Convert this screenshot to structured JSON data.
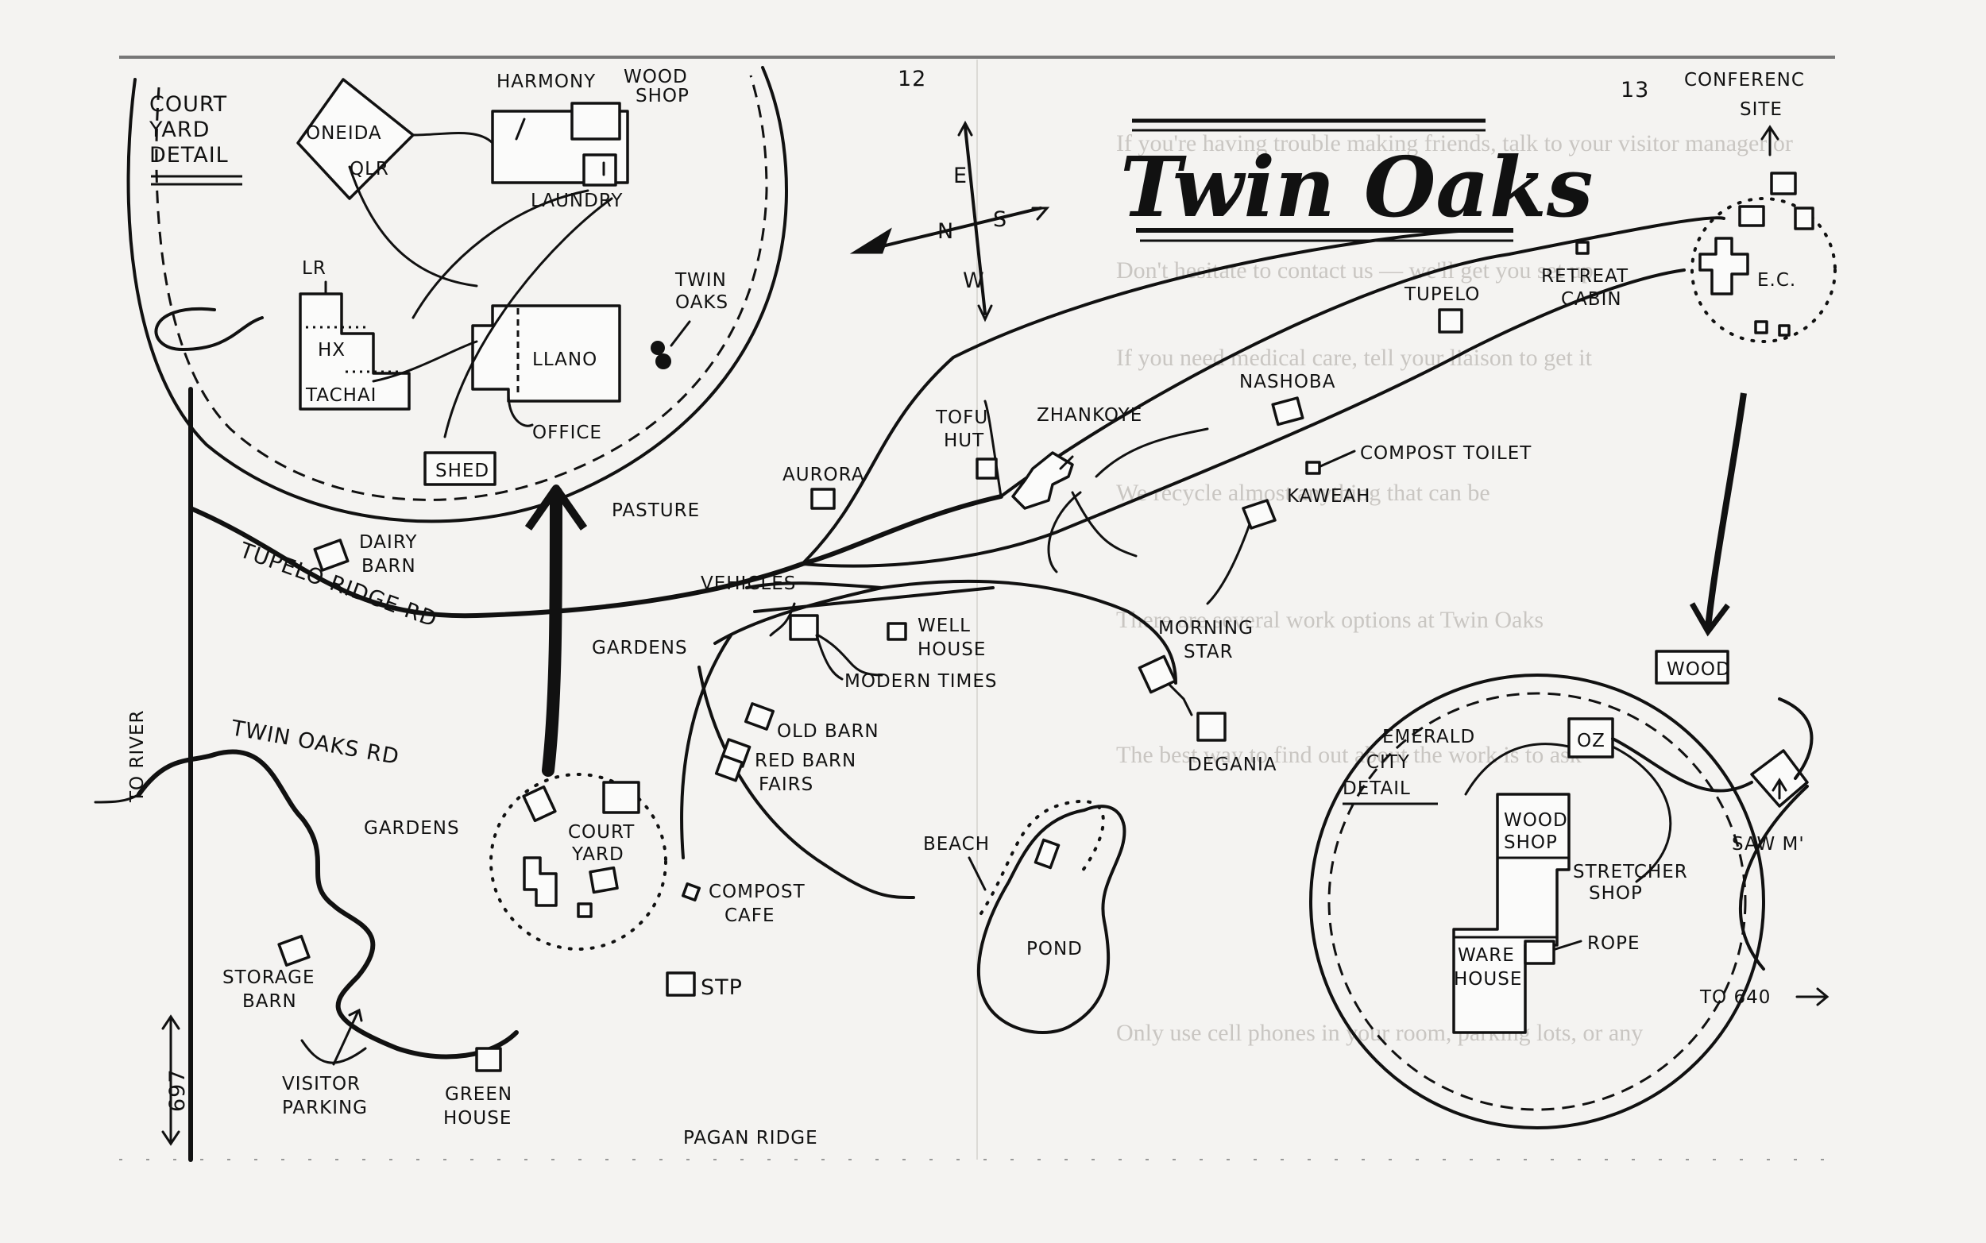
{
  "title": "Twin Oaks",
  "page_numbers": {
    "left": "12",
    "right": "13"
  },
  "compass": {
    "north": "N",
    "south": "S",
    "east": "E",
    "west": "W"
  },
  "courtyard_detail": {
    "heading": [
      "COURT",
      "YARD",
      "DETAIL"
    ],
    "buildings": {
      "oneida": "ONEIDA",
      "qlr": "QLR",
      "harmony": "HARMONY",
      "woodshop": [
        "WOOD",
        "SHOP"
      ],
      "laundry": "LAUNDRY",
      "lr": "LR",
      "hx": "HX",
      "tachai": "TACHAI",
      "llano": "LLANO",
      "office": "OFFICE",
      "twin_oaks": [
        "TWIN",
        "OAKS"
      ]
    }
  },
  "emerald_city_detail": {
    "heading": [
      "EMERALD",
      "CITY",
      "DETAIL"
    ],
    "buildings": {
      "wood": "WOOD",
      "oz": "OZ",
      "wood_shop": [
        "WOOD",
        "SHOP"
      ],
      "stretcher_shop": [
        "STRETCHER",
        "SHOP"
      ],
      "ware_house": [
        "WARE",
        "HOUSE"
      ],
      "rope": "ROPE",
      "saw_mill": "SAW M'"
    },
    "to_road": "TO 640"
  },
  "places": {
    "conference_site": [
      "CONFERENC",
      "SITE"
    ],
    "ec": "E.C.",
    "retreat_cabin": [
      "RETREAT",
      "CABIN"
    ],
    "tupelo": "TUPELO",
    "nashoba": "NASHOBA",
    "zhankoye": "ZHANKOYE",
    "tofu_hut": [
      "TOFU",
      "HUT"
    ],
    "aurora": "AURORA",
    "compost_toilet": "COMPOST TOILET",
    "kaweah": "KAWEAH",
    "pasture": "PASTURE",
    "shed": "SHED",
    "dairy_barn": [
      "DAIRY",
      "BARN"
    ],
    "vehicles": "VEHICLES",
    "well_house": [
      "WELL",
      "HOUSE"
    ],
    "modern_times": "MODERN TIMES",
    "morning_star": [
      "MORNING",
      "STAR"
    ],
    "degania": "DEGANIA",
    "gardens_top": "GARDENS",
    "gardens_left": "GARDENS",
    "old_barn": "OLD BARN",
    "red_barn": "RED BARN",
    "fairs": "FAIRS",
    "court_yard": [
      "COURT",
      "YARD"
    ],
    "compost_cafe": [
      "COMPOST",
      "CAFE"
    ],
    "beach": "BEACH",
    "pond": "POND",
    "stp": "STP",
    "storage_barn": [
      "STORAGE",
      "BARN"
    ],
    "visitor_parking": [
      "VISITOR",
      "PARKING"
    ],
    "green_house": [
      "GREEN",
      "HOUSE"
    ],
    "pagan_ridge": "PAGAN RIDGE"
  },
  "roads": {
    "tupelo_ridge": "TUPELO RIDGE RD",
    "twin_oaks_rd": "TWIN OAKS RD",
    "river": "TO RIVER",
    "route_697": "697"
  },
  "bleed_through": [
    "If you're having trouble making friends, talk to your visitor manager or",
    "Don't hesitate to contact us — we'll get you set up",
    "If you need medical care, tell your liaison to get it",
    "We recycle almost anything that can be",
    "There are several work options at Twin Oaks",
    "The best way to find out about the work is to ask",
    "Only use cell phones in your room, parking lots, or any"
  ]
}
